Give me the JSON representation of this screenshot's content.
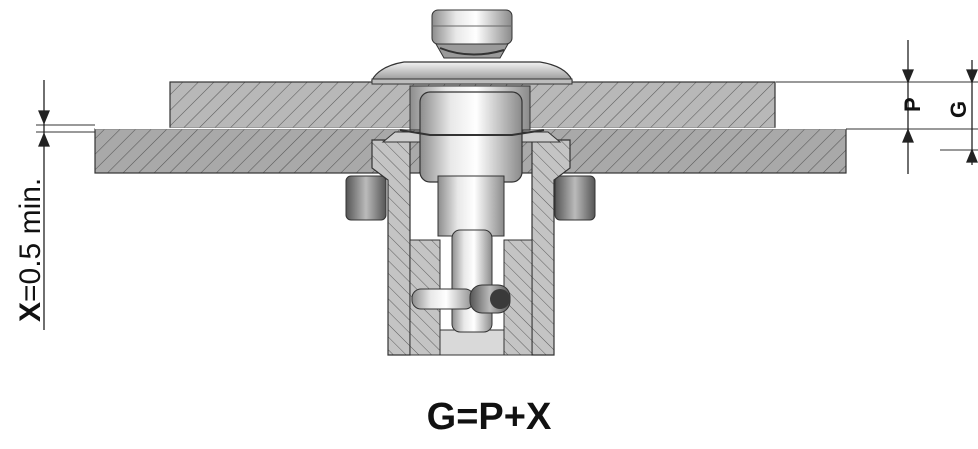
{
  "diagram": {
    "formula": "G=P+X",
    "labels": {
      "x_prefix": "X",
      "x_rest": "=0.5 min.",
      "p": "P",
      "g": "G"
    }
  }
}
